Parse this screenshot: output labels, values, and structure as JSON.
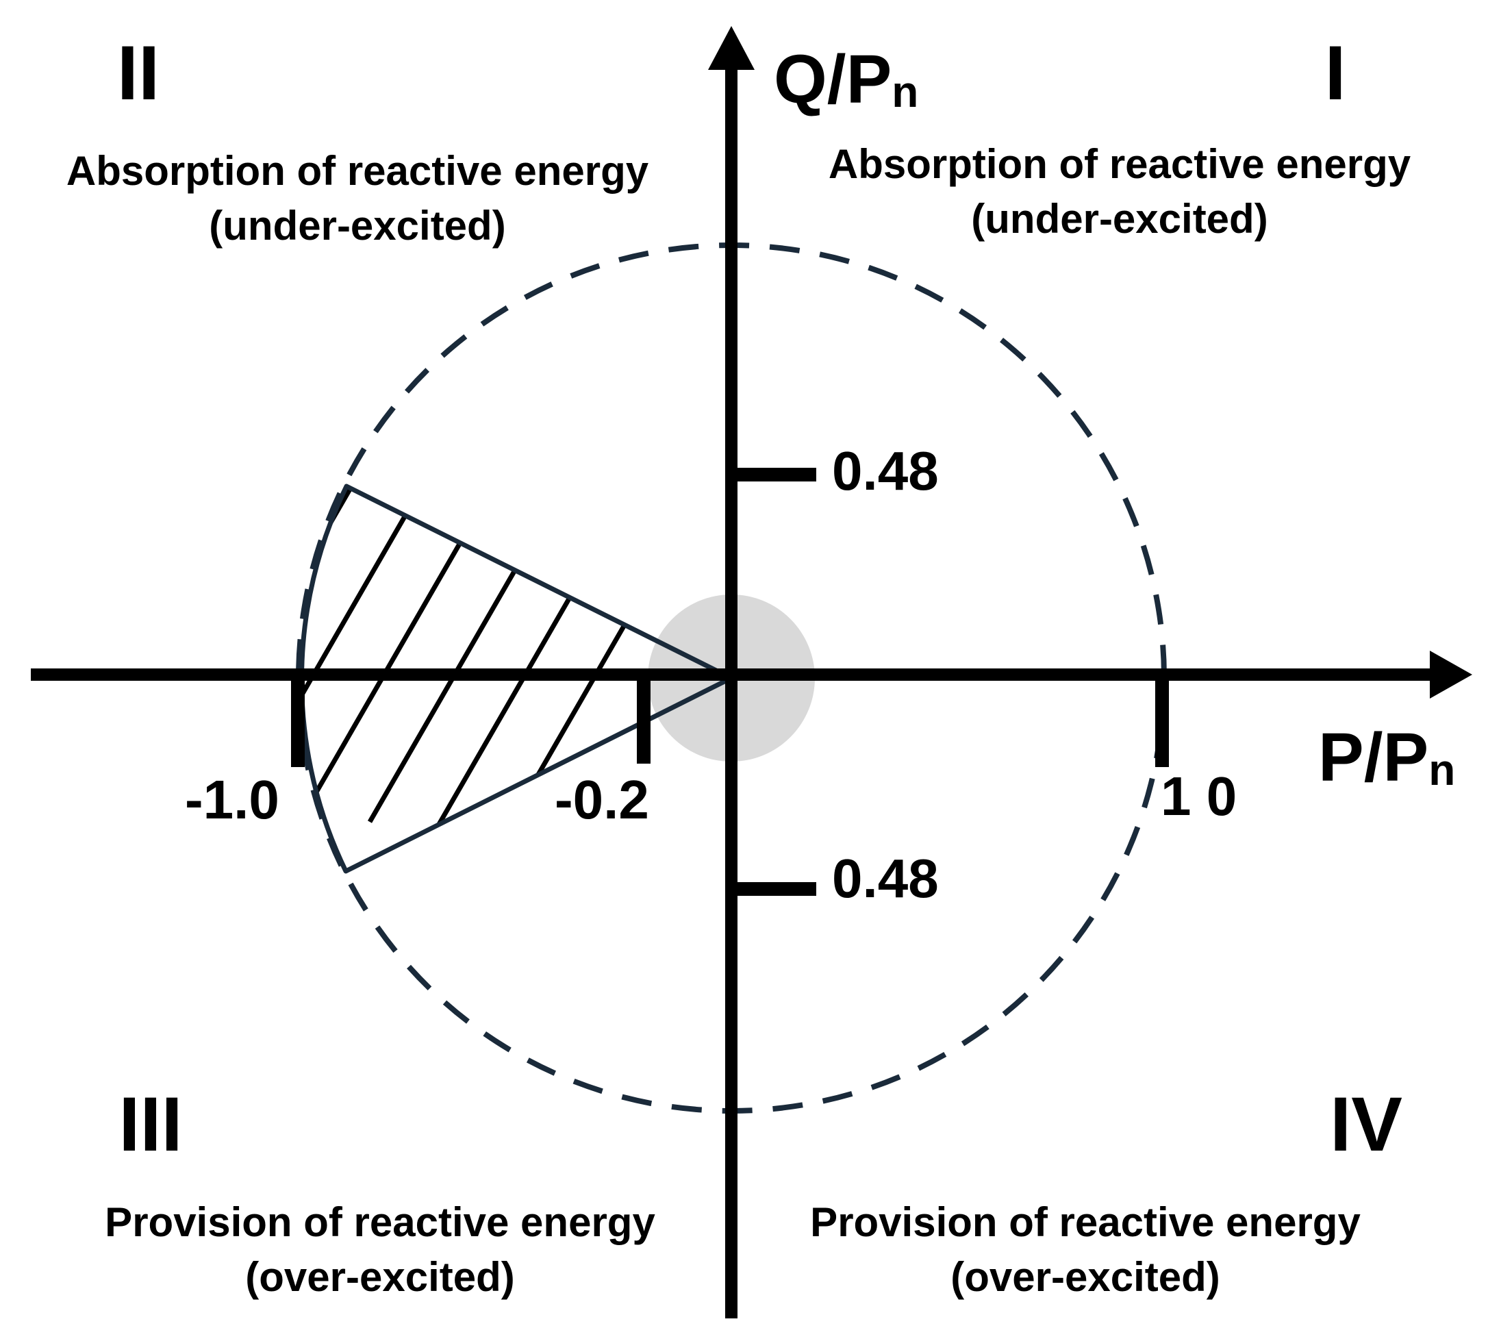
{
  "axes": {
    "x_label": "P/P",
    "x_label_sub": "n",
    "y_label": "Q/P",
    "y_label_sub": "n"
  },
  "quadrants": [
    {
      "id": "I",
      "numeral": "I",
      "line1": "Absorption of reactive energy",
      "line2": "(under-excited)"
    },
    {
      "id": "II",
      "numeral": "II",
      "line1": "Absorption of reactive energy",
      "line2": "(under-excited)"
    },
    {
      "id": "III",
      "numeral": "III",
      "line1": "Provision of reactive energy",
      "line2": "(over-excited)"
    },
    {
      "id": "IV",
      "numeral": "IV",
      "line1": "Provision of reactive energy",
      "line2": "(over-excited)"
    }
  ],
  "ticks": {
    "x_neg_1": "-1.0",
    "x_neg_02": "-0.2",
    "x_pos_1": "1 0",
    "y_pos": "0.48",
    "y_neg": "0.48"
  },
  "colors": {
    "axis": "#000000",
    "circle": "#1a2a3a",
    "wedge_outline": "#1a2a3a",
    "hatch": "#000000",
    "origin_zone": "#d9d9d9"
  },
  "shapes": {
    "circle_style": "dashed",
    "operating_region": "hatched sector in quadrants II and III",
    "origin_zone": "grey disc at origin"
  }
}
